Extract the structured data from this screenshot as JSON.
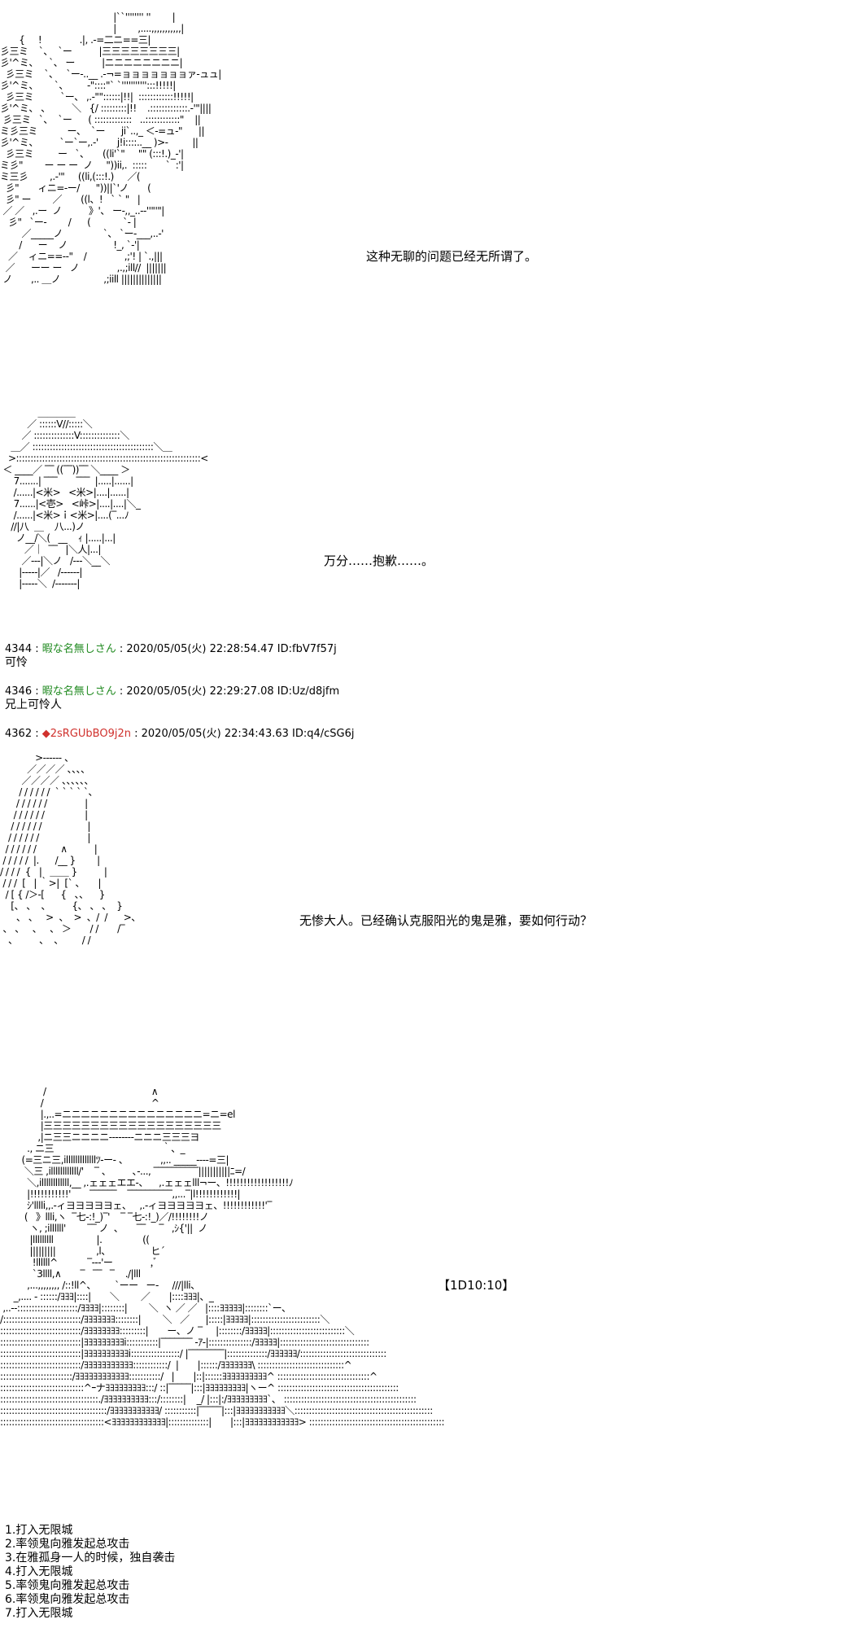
{
  "scene1": {
    "speech": "这种无聊的问题已经无所谓了。"
  },
  "scene2": {
    "speech": "万分……抱歉……。"
  },
  "posts": [
    {
      "number": "4344",
      "sep": " : ",
      "name": "暇な名無しさん",
      "datetime": " : 2020/05/05(火) 22:28:54.47 ID:fbV7f57j",
      "body": "可怜"
    },
    {
      "number": "4346",
      "sep": " : ",
      "name": "暇な名無しさん",
      "datetime": " : 2020/05/05(火) 22:29:27.08 ID:Uz/d8jfm",
      "body": "兄上可怜人"
    }
  ],
  "op_post": {
    "number": "4362",
    "sep": " : ",
    "diamond": "◆",
    "name": "2sRGUbBO9j2n",
    "datetime": " : 2020/05/05(火) 22:34:43.63 ID:q4/cSG6j"
  },
  "scene3": {
    "speech": "无惨大人。已经确认克服阳光的鬼是雅，要如何行动？"
  },
  "scene4": {
    "dice": "【1D10:10】"
  },
  "choices": [
    "1.打入无限城",
    "2.率领鬼向雅发起总攻击",
    "3.在雅孤身一人的时候，独自袭击",
    "4.打入无限城",
    "5.率领鬼向雅发起总攻击",
    "6.率领鬼向雅发起总攻击",
    "7.打入无限城"
  ],
  "colors": {
    "anon_name": "#228b22",
    "op_name": "#d0312d"
  }
}
